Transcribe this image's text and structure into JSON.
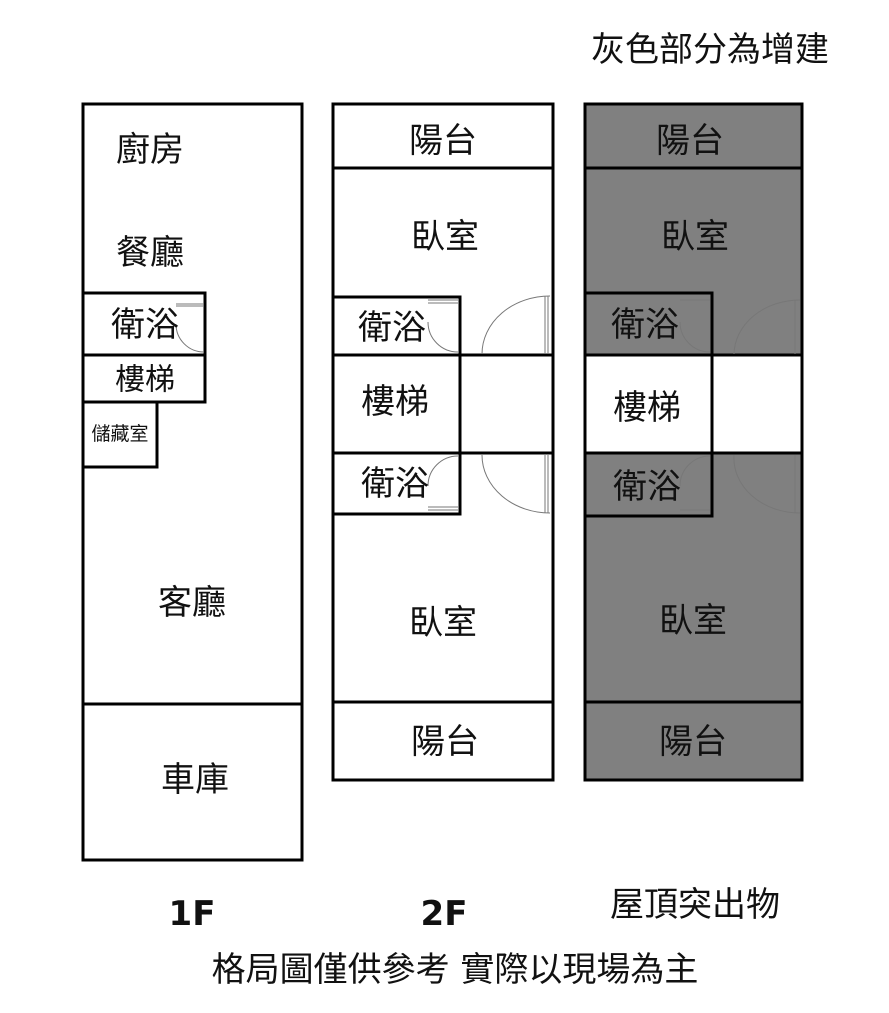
{
  "legend_note": "灰色部分為增建",
  "colors": {
    "addition_gray": "#808080",
    "wall": "#000000"
  },
  "floor_1": {
    "label": "1F",
    "rooms": {
      "kitchen": "廚房",
      "dining": "餐廳",
      "bathroom": "衛浴",
      "stairs": "樓梯",
      "storage": "儲藏室",
      "living": "客廳",
      "garage": "車庫"
    }
  },
  "floor_2": {
    "label": "2F",
    "rooms": {
      "balcony_top": "陽台",
      "bedroom_top": "臥室",
      "bathroom_1": "衛浴",
      "stairs": "樓梯",
      "bathroom_2": "衛浴",
      "bedroom_bottom": "臥室",
      "balcony_bottom": "陽台"
    }
  },
  "roof": {
    "label": "屋頂突出物",
    "rooms": {
      "balcony_top": "陽台",
      "bedroom_top": "臥室",
      "bathroom_1": "衛浴",
      "stairs": "樓梯",
      "bathroom_2": "衛浴",
      "bedroom_bottom": "臥室",
      "balcony_bottom": "陽台"
    }
  },
  "disclaimer": "格局圖僅供參考 實際以現場為主"
}
